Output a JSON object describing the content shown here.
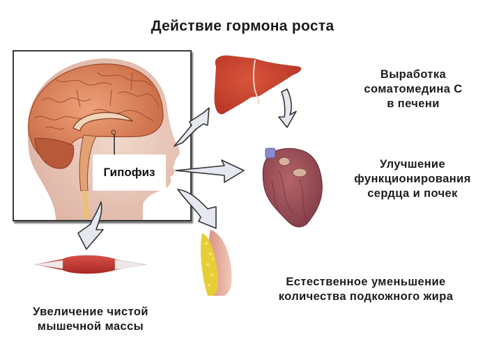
{
  "diagram": {
    "title": "Действие гормона роста",
    "center": {
      "label": "Гипофиз",
      "image": "head-brain-cross-section"
    },
    "effects": [
      {
        "id": "liver",
        "organ_icon": "liver-icon",
        "lines": [
          "Выработка",
          "соматомедина С",
          "в печени"
        ]
      },
      {
        "id": "heart",
        "organ_icon": "heart-icon",
        "lines": [
          "Улучшение",
          "функционирования",
          "сердца и почек"
        ]
      },
      {
        "id": "fat",
        "organ_icon": "fat-tissue-icon",
        "lines": [
          "Естественное уменьшение",
          "количества подкожного жира"
        ]
      },
      {
        "id": "muscle",
        "organ_icon": "muscle-icon",
        "lines": [
          "Увеличение чистой",
          "мышечной массы"
        ]
      }
    ],
    "colors": {
      "brain": "#d9835a",
      "liver": "#c8402c",
      "heart": "#9b4a50",
      "muscle": "#c0302e",
      "fat": "#e8d23a",
      "skin": "#e9b9a6",
      "arrow_fill": "#e6e8f0",
      "arrow_stroke": "#333333"
    }
  }
}
